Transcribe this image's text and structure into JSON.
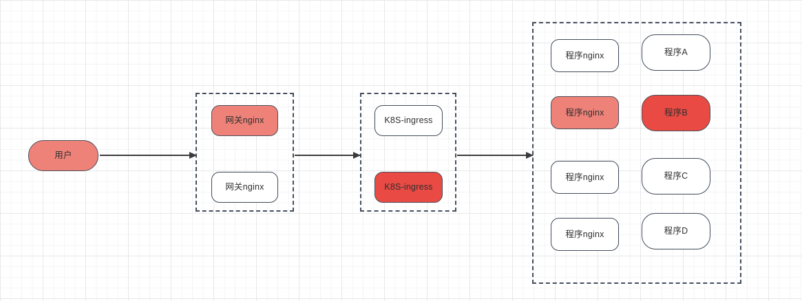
{
  "diagram": {
    "title": "nginx gateway to K8S ingress to application services topology",
    "colors": {
      "fill_light_red": "#ee8279",
      "fill_strong_red": "#e94a43",
      "node_border": "#3f4a59",
      "group_border": "#434e5d",
      "arrow": "#3a3a3a",
      "text": "#2f2f2f",
      "grid_minor": "#f4f4f4",
      "grid_major": "#e8e8e8",
      "background": "#ffffff"
    },
    "user": {
      "label": "用户"
    },
    "gateway_group": {
      "nodes": [
        {
          "label": "网关nginx",
          "state": "active"
        },
        {
          "label": "网关nginx",
          "state": "idle"
        }
      ]
    },
    "k8s_group": {
      "nodes": [
        {
          "label": "K8S-ingress",
          "state": "idle"
        },
        {
          "label": "K8S-ingress",
          "state": "active"
        }
      ]
    },
    "app_group": {
      "column_left": [
        {
          "label": "程序nginx",
          "state": "idle"
        },
        {
          "label": "程序nginx",
          "state": "active"
        },
        {
          "label": "程序nginx",
          "state": "idle"
        },
        {
          "label": "程序nginx",
          "state": "idle"
        }
      ],
      "column_right": [
        {
          "label": "程序A",
          "state": "idle"
        },
        {
          "label": "程序B",
          "state": "active"
        },
        {
          "label": "程序C",
          "state": "idle"
        },
        {
          "label": "程序D",
          "state": "idle"
        }
      ]
    },
    "arrows": [
      {
        "from": "用户",
        "to": "网关nginx 组"
      },
      {
        "from": "网关nginx 组",
        "to": "K8S-ingress 组"
      },
      {
        "from": "K8S-ingress 组",
        "to": "程序组"
      }
    ]
  }
}
